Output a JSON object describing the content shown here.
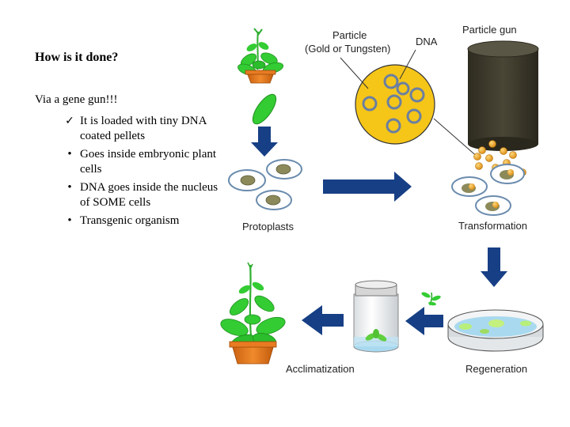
{
  "slide": {
    "title": "How is it done?",
    "intro": "Via a gene gun!!!",
    "bullets": [
      {
        "marker": "check",
        "text": "It is loaded with tiny DNA coated pellets"
      },
      {
        "marker": "bullet",
        "text": "Goes inside embryonic plant cells"
      },
      {
        "marker": "bullet",
        "text": "DNA goes inside the nucleus of SOME cells"
      },
      {
        "marker": "bullet",
        "text": "Transgenic organism"
      }
    ]
  },
  "diagram": {
    "labels": {
      "particle": "Particle",
      "particle_material": "(Gold or Tungsten)",
      "dna": "DNA",
      "particle_gun": "Particle gun",
      "protoplasts": "Protoplasts",
      "transformation": "Transformation",
      "regeneration": "Regeneration",
      "acclimatization": "Acclimatization"
    },
    "colors": {
      "leaf_green": "#33cc33",
      "pot_orange": "#e87b22",
      "arrow_navy": "#173f85",
      "particle_gold": "#f5c518",
      "gun_dark": "#3d3a2c"
    }
  }
}
